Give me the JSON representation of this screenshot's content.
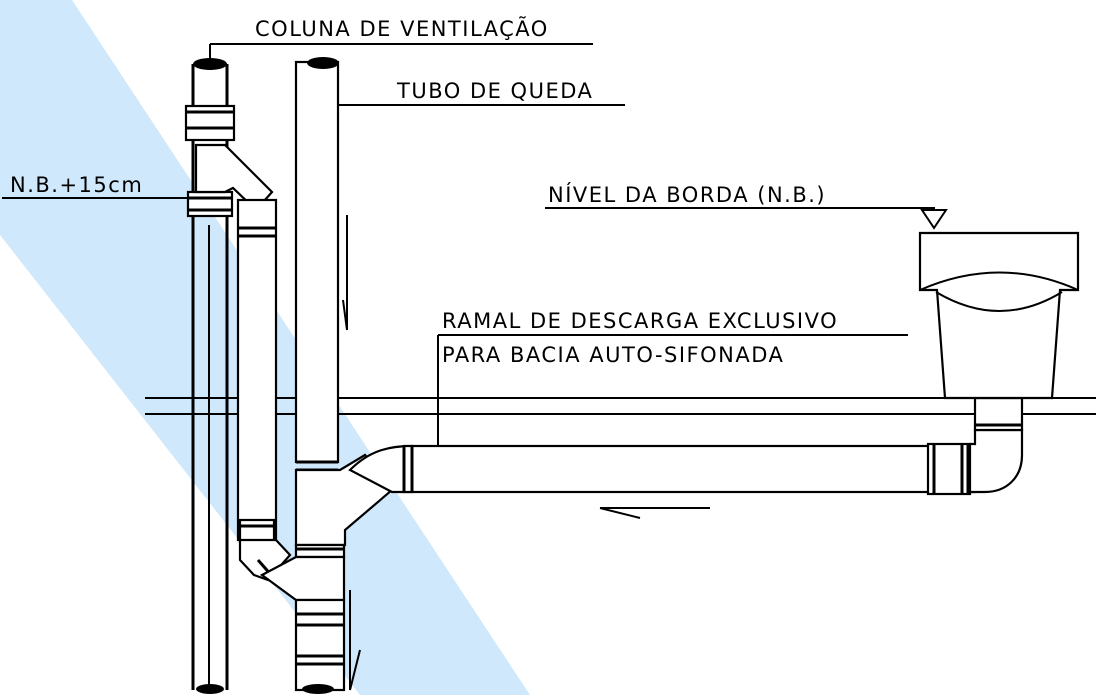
{
  "labels": {
    "vent_column": "COLUNA DE VENTILAÇÃO",
    "drop_tube": "TUBO DE QUEDA",
    "level_offset": "N.B.+15cm",
    "rim_level": "NÍVEL DA BORDA (N.B.)",
    "branch_line1": "RAMAL DE DESCARGA EXCLUSIVO",
    "branch_line2": "PARA BACIA AUTO-SIFONADA"
  },
  "colors": {
    "stroke": "#000000",
    "highlight_band": "#cfe8fb",
    "background": "#ffffff"
  }
}
